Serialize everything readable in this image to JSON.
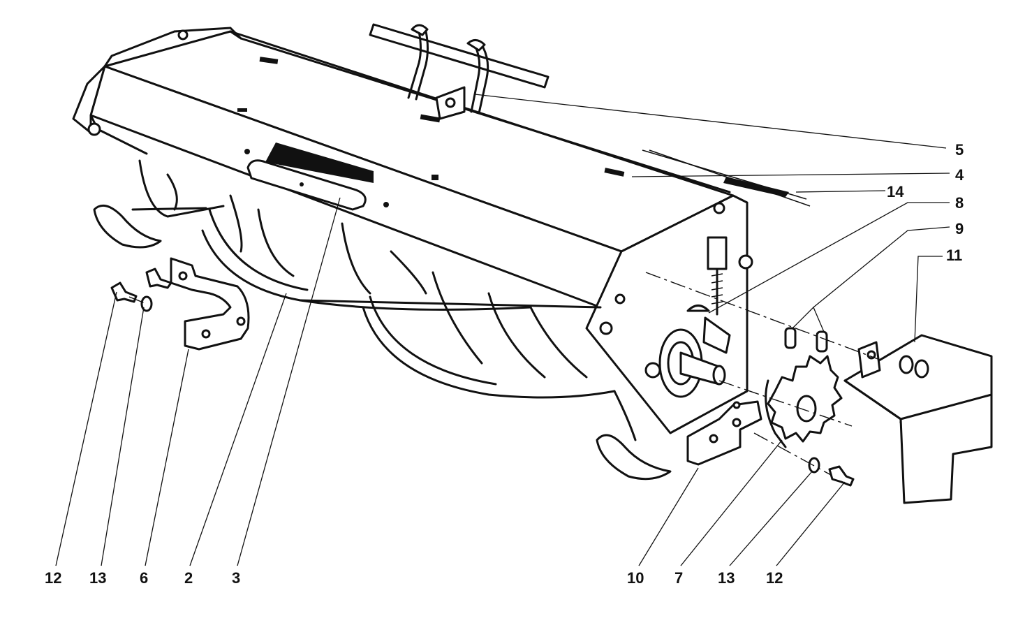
{
  "diagram": {
    "callouts": [
      {
        "id": "c5",
        "text": "5"
      },
      {
        "id": "c4",
        "text": "4"
      },
      {
        "id": "c14",
        "text": "14"
      },
      {
        "id": "c8",
        "text": "8"
      },
      {
        "id": "c9",
        "text": "9"
      },
      {
        "id": "c11",
        "text": "11"
      },
      {
        "id": "c12a",
        "text": "12"
      },
      {
        "id": "c13a",
        "text": "13"
      },
      {
        "id": "c6",
        "text": "6"
      },
      {
        "id": "c2",
        "text": "2"
      },
      {
        "id": "c3",
        "text": "3"
      },
      {
        "id": "c10",
        "text": "10"
      },
      {
        "id": "c7",
        "text": "7"
      },
      {
        "id": "c13b",
        "text": "13"
      },
      {
        "id": "c12b",
        "text": "12"
      }
    ]
  }
}
